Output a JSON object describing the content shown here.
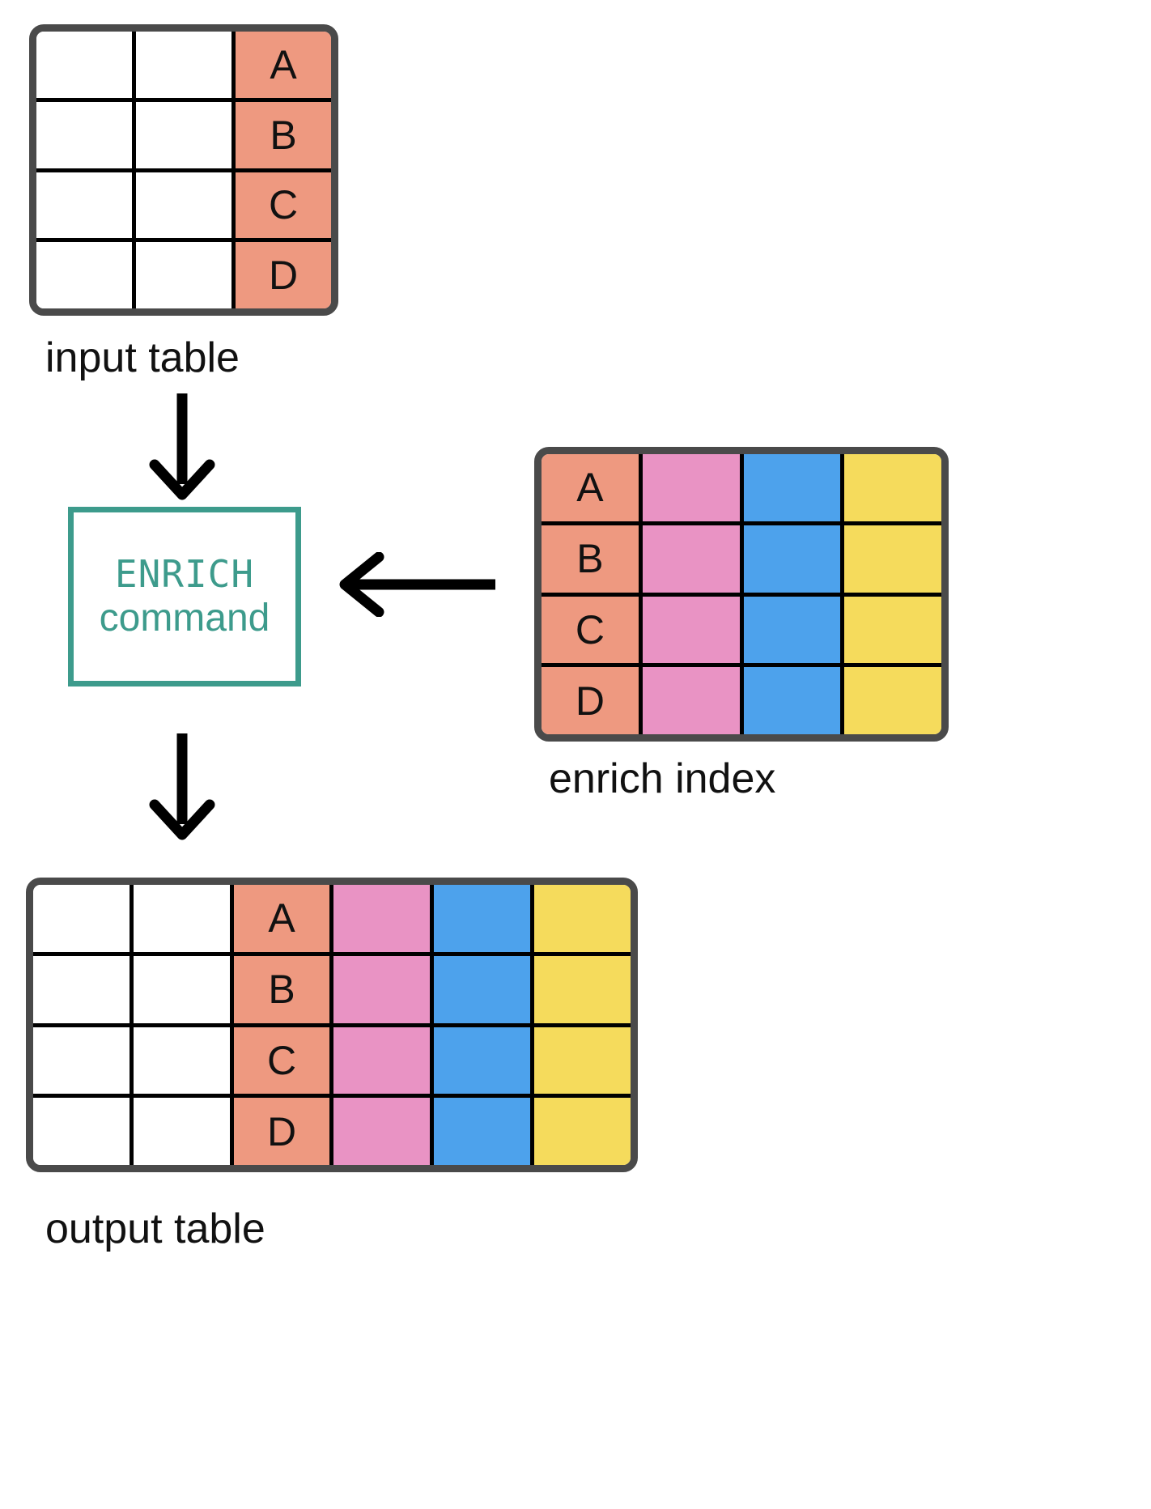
{
  "diagram": {
    "title": "ENRICH command data flow",
    "colors": {
      "salmon": "#EE9980",
      "pink": "#E993C4",
      "blue": "#4DA2EC",
      "yellow": "#F5DB5C",
      "frame": "#4A4A4A",
      "grid": "#000000",
      "accent_teal": "#3D9B8C",
      "background": "#FFFFFF"
    }
  },
  "input_table": {
    "caption": "input table",
    "columns": 3,
    "rows": [
      {
        "cells": [
          {
            "text": "",
            "fill": "white"
          },
          {
            "text": "",
            "fill": "white"
          },
          {
            "text": "A",
            "fill": "salmon"
          }
        ]
      },
      {
        "cells": [
          {
            "text": "",
            "fill": "white"
          },
          {
            "text": "",
            "fill": "white"
          },
          {
            "text": "B",
            "fill": "salmon"
          }
        ]
      },
      {
        "cells": [
          {
            "text": "",
            "fill": "white"
          },
          {
            "text": "",
            "fill": "white"
          },
          {
            "text": "C",
            "fill": "salmon"
          }
        ]
      },
      {
        "cells": [
          {
            "text": "",
            "fill": "white"
          },
          {
            "text": "",
            "fill": "white"
          },
          {
            "text": "D",
            "fill": "salmon"
          }
        ]
      }
    ]
  },
  "enrich_index": {
    "caption": "enrich index",
    "columns": 4,
    "rows": [
      {
        "cells": [
          {
            "text": "A",
            "fill": "salmon"
          },
          {
            "text": "",
            "fill": "pink"
          },
          {
            "text": "",
            "fill": "blue"
          },
          {
            "text": "",
            "fill": "yellow"
          }
        ]
      },
      {
        "cells": [
          {
            "text": "B",
            "fill": "salmon"
          },
          {
            "text": "",
            "fill": "pink"
          },
          {
            "text": "",
            "fill": "blue"
          },
          {
            "text": "",
            "fill": "yellow"
          }
        ]
      },
      {
        "cells": [
          {
            "text": "C",
            "fill": "salmon"
          },
          {
            "text": "",
            "fill": "pink"
          },
          {
            "text": "",
            "fill": "blue"
          },
          {
            "text": "",
            "fill": "yellow"
          }
        ]
      },
      {
        "cells": [
          {
            "text": "D",
            "fill": "salmon"
          },
          {
            "text": "",
            "fill": "pink"
          },
          {
            "text": "",
            "fill": "blue"
          },
          {
            "text": "",
            "fill": "yellow"
          }
        ]
      }
    ]
  },
  "output_table": {
    "caption": "output table",
    "columns": 6,
    "rows": [
      {
        "cells": [
          {
            "text": "",
            "fill": "white"
          },
          {
            "text": "",
            "fill": "white"
          },
          {
            "text": "A",
            "fill": "salmon"
          },
          {
            "text": "",
            "fill": "pink"
          },
          {
            "text": "",
            "fill": "blue"
          },
          {
            "text": "",
            "fill": "yellow"
          }
        ]
      },
      {
        "cells": [
          {
            "text": "",
            "fill": "white"
          },
          {
            "text": "",
            "fill": "white"
          },
          {
            "text": "B",
            "fill": "salmon"
          },
          {
            "text": "",
            "fill": "pink"
          },
          {
            "text": "",
            "fill": "blue"
          },
          {
            "text": "",
            "fill": "yellow"
          }
        ]
      },
      {
        "cells": [
          {
            "text": "",
            "fill": "white"
          },
          {
            "text": "",
            "fill": "white"
          },
          {
            "text": "C",
            "fill": "salmon"
          },
          {
            "text": "",
            "fill": "pink"
          },
          {
            "text": "",
            "fill": "blue"
          },
          {
            "text": "",
            "fill": "yellow"
          }
        ]
      },
      {
        "cells": [
          {
            "text": "",
            "fill": "white"
          },
          {
            "text": "",
            "fill": "white"
          },
          {
            "text": "D",
            "fill": "salmon"
          },
          {
            "text": "",
            "fill": "pink"
          },
          {
            "text": "",
            "fill": "blue"
          },
          {
            "text": "",
            "fill": "yellow"
          }
        ]
      }
    ]
  },
  "command_box": {
    "line1": "ENRICH",
    "line2": "command"
  },
  "arrows": [
    {
      "name": "arrow-input-to-cmd",
      "direction": "down"
    },
    {
      "name": "arrow-cmd-to-out",
      "direction": "down"
    },
    {
      "name": "arrow-index-to-cmd",
      "direction": "left"
    }
  ]
}
